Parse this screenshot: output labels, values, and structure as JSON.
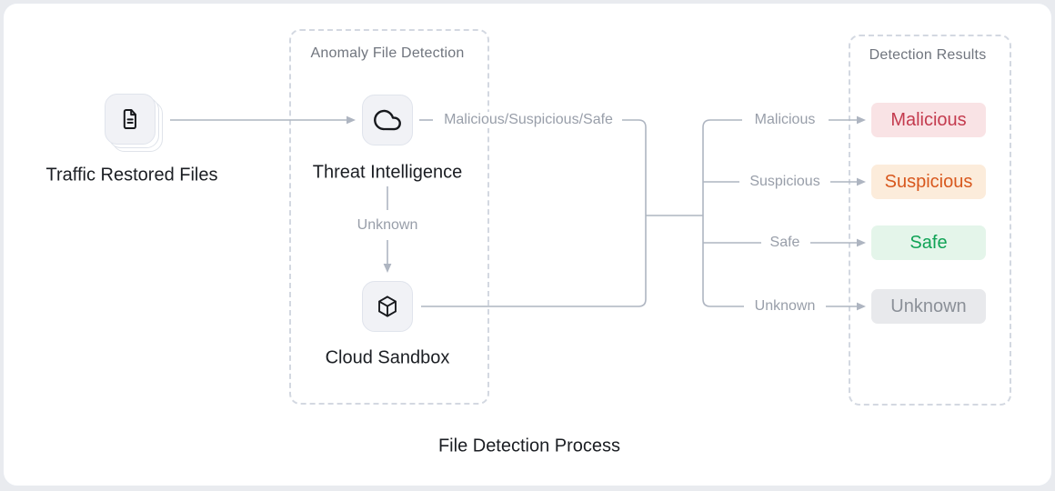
{
  "card": {
    "caption": "File Detection Process"
  },
  "nodes": {
    "traffic": {
      "label": "Traffic Restored Files",
      "icon": "document-stack-icon"
    },
    "threat_intelligence": {
      "label": "Threat Intelligence",
      "icon": "cloud-icon"
    },
    "cloud_sandbox": {
      "label": "Cloud Sandbox",
      "icon": "cube-icon"
    }
  },
  "groups": {
    "anomaly": {
      "title": "Anomaly File Detection"
    },
    "results": {
      "title": "Detection Results"
    }
  },
  "edges": {
    "ti_output_label": "Malicious/Suspicious/Safe",
    "ti_to_sandbox_label": "Unknown",
    "branches": [
      {
        "label": "Malicious"
      },
      {
        "label": "Suspicious"
      },
      {
        "label": "Safe"
      },
      {
        "label": "Unknown"
      }
    ]
  },
  "badges": [
    {
      "label": "Malicious",
      "color": "#c43b4e",
      "bg": "#f9e3e5"
    },
    {
      "label": "Suspicious",
      "color": "#d8581e",
      "bg": "#fcecdb"
    },
    {
      "label": "Safe",
      "color": "#10a356",
      "bg": "#e4f5ea"
    },
    {
      "label": "Unknown",
      "color": "#8b9098",
      "bg": "#e8e9ec"
    }
  ],
  "colors": {
    "line": "#aeb5c1",
    "label_gray": "#989ea9",
    "title_gray": "#70757e",
    "text_dark": "#1b1e23"
  }
}
